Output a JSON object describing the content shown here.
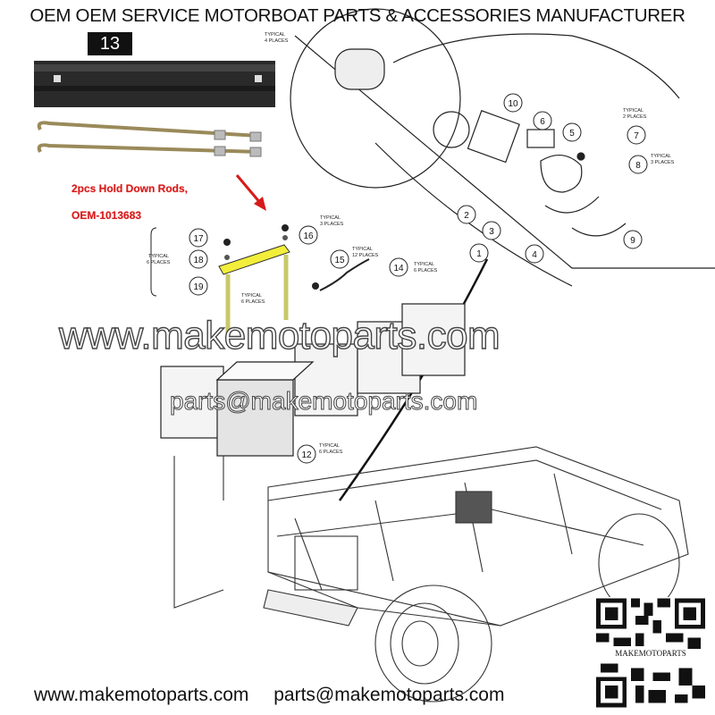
{
  "header": {
    "title": "OEM OEM SERVICE MOTORBOAT PARTS & ACCESSORIES MANUFACTURER",
    "badge": "13"
  },
  "annotation": {
    "line1": "2pcs Hold Down Rods,",
    "line2": "OEM-1013683",
    "color": "#d61a1a"
  },
  "watermarks": {
    "website": "www.makemotoparts.com",
    "email": "parts@makemotoparts.com"
  },
  "callouts": [
    {
      "num": "1"
    },
    {
      "num": "2"
    },
    {
      "num": "3"
    },
    {
      "num": "4"
    },
    {
      "num": "5"
    },
    {
      "num": "6"
    },
    {
      "num": "7"
    },
    {
      "num": "8"
    },
    {
      "num": "9"
    },
    {
      "num": "10"
    },
    {
      "num": "12"
    },
    {
      "num": "14"
    },
    {
      "num": "15"
    },
    {
      "num": "16"
    },
    {
      "num": "17"
    },
    {
      "num": "18"
    },
    {
      "num": "19"
    }
  ],
  "typical_labels": [
    {
      "l1": "TYPICAL",
      "l2": "4 PLACES"
    },
    {
      "l1": "TYPICAL",
      "l2": "2 PLACES"
    },
    {
      "l1": "TYPICAL",
      "l2": "3 PLACES"
    },
    {
      "l1": "TYPICAL",
      "l2": "3 PLACES"
    },
    {
      "l1": "TYPICAL",
      "l2": "12 PLACES"
    },
    {
      "l1": "TYPICAL",
      "l2": "6 PLACES"
    },
    {
      "l1": "TYPICAL",
      "l2": "6 PLACES"
    },
    {
      "l1": "TYPICAL",
      "l2": "6 PLACES"
    },
    {
      "l1": "TYPICAL",
      "l2": "6 PLACES"
    }
  ],
  "footer": {
    "website": "www.makemotoparts.com",
    "email": "parts@makemotoparts.com"
  },
  "qr": {
    "label": "MAKEMOTOPARTS"
  }
}
